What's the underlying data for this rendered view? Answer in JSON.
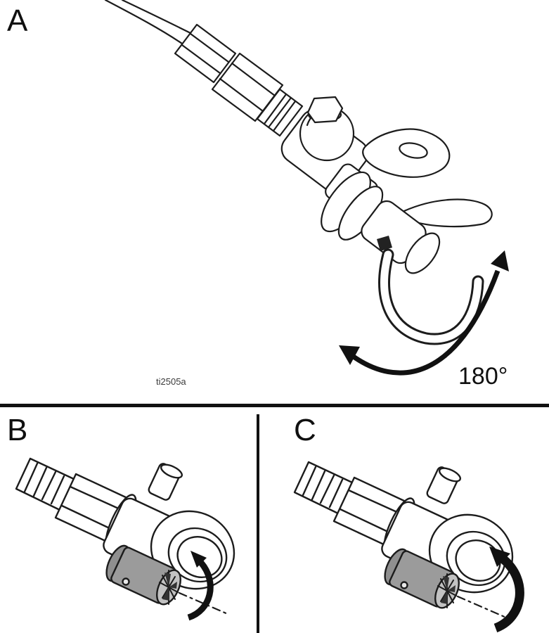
{
  "panels": {
    "a": {
      "label": "A",
      "rotation_label": "180°",
      "figure_id": "ti2505a"
    },
    "b": {
      "label": "B"
    },
    "c": {
      "label": "C"
    }
  },
  "colors": {
    "background": "#ffffff",
    "line": "#1c1c1c",
    "tip_gray": "#9b9b9b",
    "arrow": "#111111"
  }
}
